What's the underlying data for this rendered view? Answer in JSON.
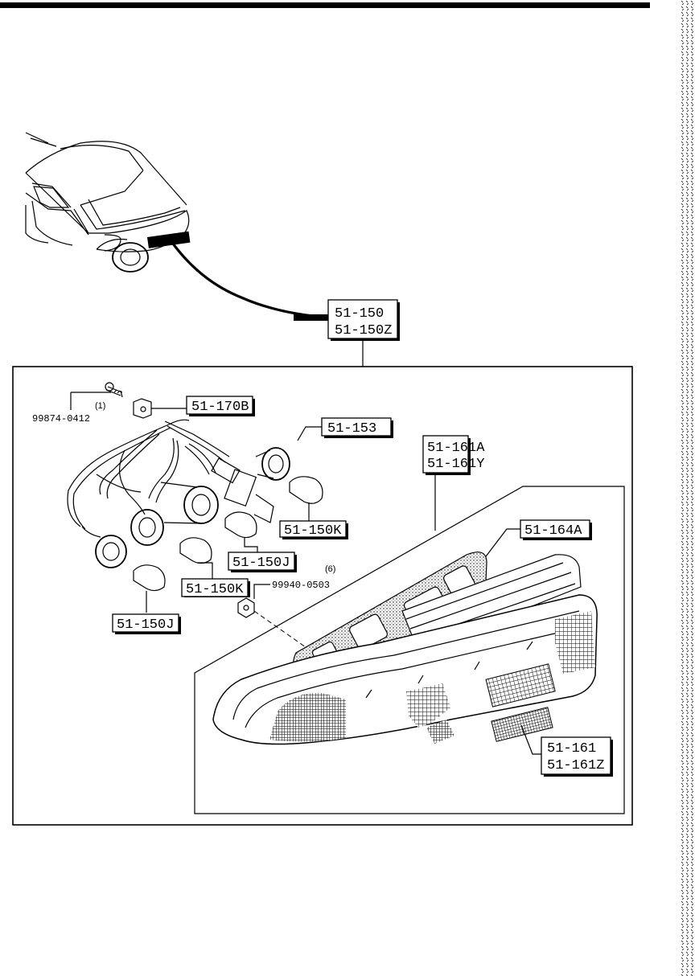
{
  "callouts": {
    "assembly_a": "51-150",
    "assembly_b": "51-150Z",
    "bracket": "51-170B",
    "socket": "51-153",
    "lens_a": "51-161A",
    "lens_b": "51-161Y",
    "gasket": "51-164A",
    "bulb_k_top": "51-150K",
    "bulb_j_mid": "51-150J",
    "bulb_k_low": "51-150K",
    "bulb_j_low": "51-150J",
    "unit_a": "51-161",
    "unit_b": "51-161Z"
  },
  "parts": {
    "screw_qty": "(1)",
    "screw_number": "99874-0412",
    "nut_qty": "(6)",
    "nut_number": "99940-0503"
  }
}
